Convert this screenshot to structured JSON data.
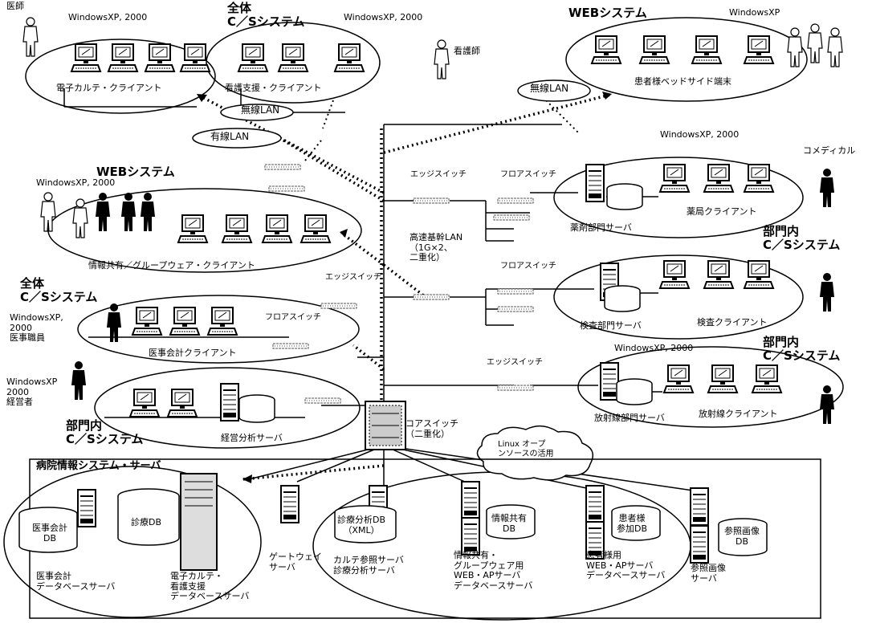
{
  "groups": {
    "emr_cs": {
      "os": "WindowsXP, 2000",
      "actor": "医師",
      "title": "全体\nC／Sシステム",
      "client": "電子カルテ・クライアント"
    },
    "nursing": {
      "os": "WindowsXP, 2000",
      "actor": "看護師",
      "client": "看護支援・クライアント"
    },
    "bedside": {
      "title": "WEBシステム",
      "os": "WindowsXP",
      "client": "患者様ベッドサイド端末"
    },
    "wireless_lan_1": "無線LAN",
    "wireless_lan_2": "無線LAN",
    "wired_lan": "有線LAN",
    "groupware": {
      "title": "WEBシステム",
      "os": "WindowsXP, 2000",
      "client": "情報共有／グループウェア・クライアント"
    },
    "accounting": {
      "title": "全体\nC／Sシステム",
      "os": "WindowsXP,\n2000\n医事職員",
      "client": "医事会計クライアント"
    },
    "management": {
      "os": "WindowsXP\n2000\n経営者",
      "title": "部門内\nC／Sシステム",
      "server": "経営分析サーバ"
    },
    "pharmacy": {
      "os": "WindowsXP, 2000",
      "actor": "コメディカル",
      "title": "部門内\nC／Sシステム",
      "server": "薬剤部門サーバ",
      "client": "薬局クライアント"
    },
    "lab": {
      "title": "部門内\nC／Sシステム",
      "server": "検査部門サーバ",
      "client": "検査クライアント"
    },
    "radiology": {
      "os": "WindowsXP, 2000",
      "server": "放射線部門サーバ",
      "client": "放射線クライアント"
    }
  },
  "network": {
    "edge_switch": "エッジスイッチ",
    "floor_switch": "フロアスイッチ",
    "backbone": "高速基幹LAN\n（1G×2、\n二重化）",
    "core_switch": "コアスイッチ\n（二重化）",
    "linux_cloud": "Linux オープ\nンソースの活用"
  },
  "hospital_servers": {
    "title": "病院情報システム・サーバ",
    "db_accounting": "医事会計\nDB",
    "db_medical": "診療DB",
    "accounting_server": "医事会計\nデータベースサーバ",
    "emr_server": "電子カルテ・\n看護支援\nデータベースサーバ",
    "gateway": "ゲートウェイ\nサーバ",
    "db_analysis": "診療分析DB\n（XML）",
    "karte_server": "カルテ参照サーバ\n診療分析サーバ",
    "db_share": "情報共有\nDB",
    "groupware_server": "情報共有・\nグループウェア用\nWEB・APサーバ\nデータベースサーバ",
    "db_patient": "患者様\n参加DB",
    "patient_server": "患者様用\nWEB・APサーバ\nデータベースサーバ",
    "db_image": "参照画像\nDB",
    "image_server": "参照画像\nサーバ"
  }
}
